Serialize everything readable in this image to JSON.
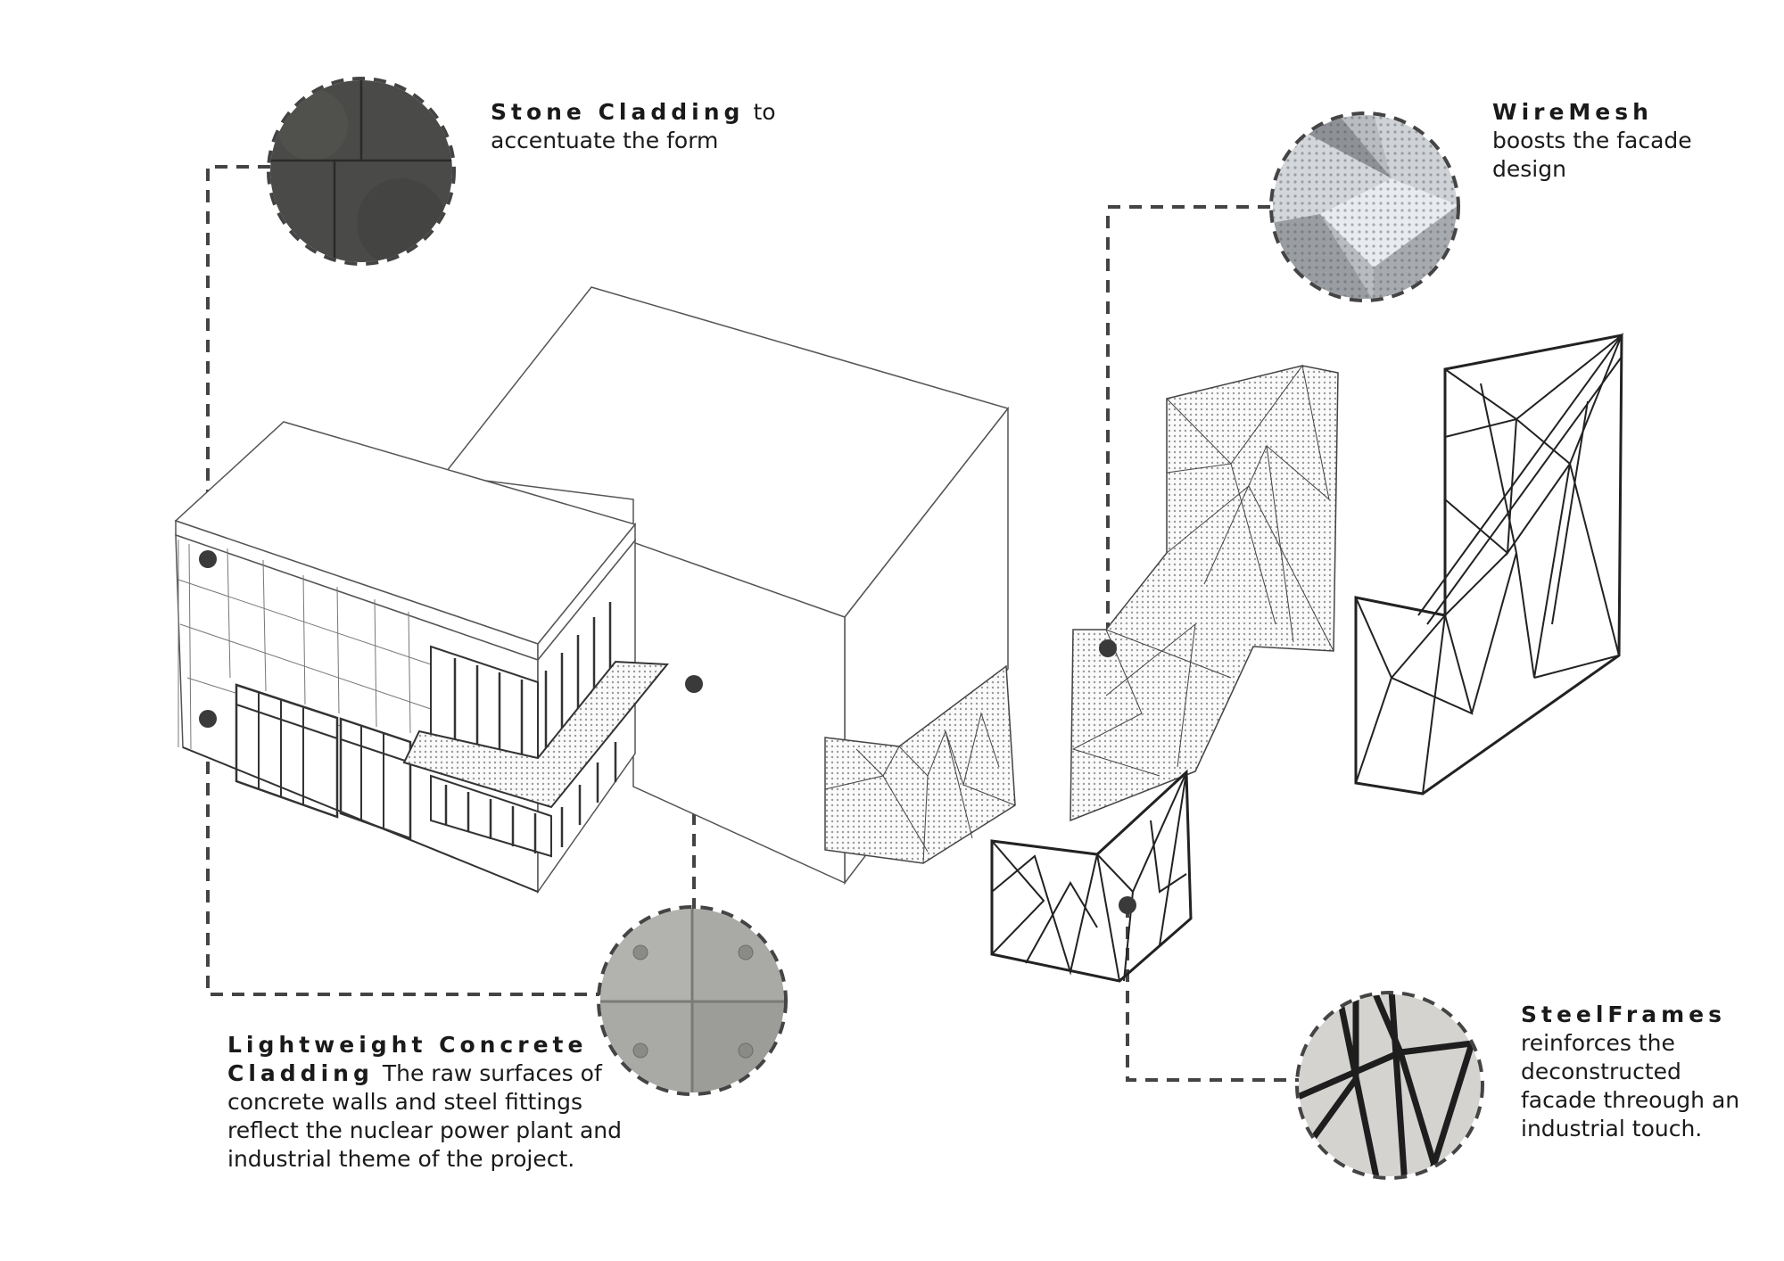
{
  "callouts": {
    "stone_cladding": {
      "title": "Stone Cladding",
      "trail": "to",
      "body": "accentuate the form"
    },
    "wire_mesh": {
      "title": "WireMesh",
      "line1": "boosts the facade",
      "line2": "design"
    },
    "concrete": {
      "title_line1": "Lightweight Concrete",
      "title_line2": "Cladding",
      "trail": "The raw surfaces of",
      "line2": "concrete walls and steel fittings",
      "line3": "reflect the nuclear power plant and",
      "line4": "industrial theme of the project."
    },
    "steel_frames": {
      "title": "SteelFrames",
      "line1": "reinforces the",
      "line2": "deconstructed",
      "line3": "facade threough an",
      "line4": "industrial touch."
    }
  },
  "colors": {
    "line": "#444444",
    "dot": "#3a3a3a",
    "stone": "#4a4a48",
    "concrete": "#a9a9a5",
    "mesh": "#b9bcc0",
    "frame_bg": "#d4d3cf"
  }
}
